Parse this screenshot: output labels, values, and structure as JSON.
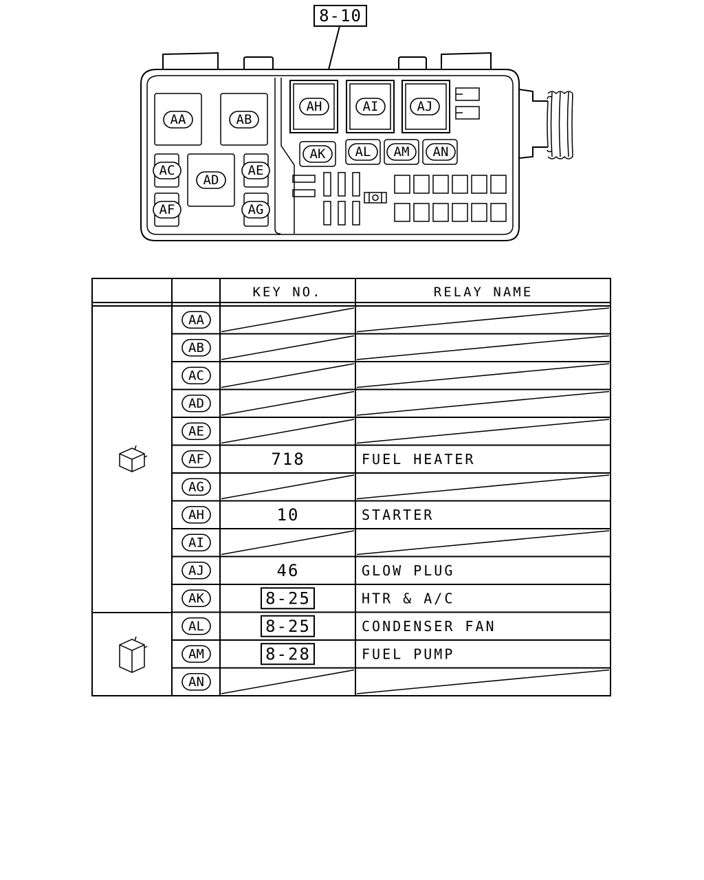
{
  "reference": "8-10",
  "box_labels": [
    "AA",
    "AB",
    "AC",
    "AD",
    "AE",
    "AF",
    "AG",
    "AH",
    "AI",
    "AJ",
    "AK",
    "AL",
    "AM",
    "AN"
  ],
  "table": {
    "headers": {
      "key_no": "KEY NO.",
      "relay_name": "RELAY NAME"
    },
    "groups": [
      {
        "icon": "relay-small-icon",
        "rows": 11
      },
      {
        "icon": "relay-tall-icon",
        "rows": 3
      }
    ],
    "rows": [
      {
        "label": "AA",
        "key": null,
        "key_boxed": false,
        "name": null
      },
      {
        "label": "AB",
        "key": null,
        "key_boxed": false,
        "name": null
      },
      {
        "label": "AC",
        "key": null,
        "key_boxed": false,
        "name": null
      },
      {
        "label": "AD",
        "key": null,
        "key_boxed": false,
        "name": null
      },
      {
        "label": "AE",
        "key": null,
        "key_boxed": false,
        "name": null
      },
      {
        "label": "AF",
        "key": "718",
        "key_boxed": false,
        "name": "FUEL HEATER"
      },
      {
        "label": "AG",
        "key": null,
        "key_boxed": false,
        "name": null
      },
      {
        "label": "AH",
        "key": "10",
        "key_boxed": false,
        "name": "STARTER"
      },
      {
        "label": "AI",
        "key": null,
        "key_boxed": false,
        "name": null
      },
      {
        "label": "AJ",
        "key": "46",
        "key_boxed": false,
        "name": "GLOW PLUG"
      },
      {
        "label": "AK",
        "key": "8-25",
        "key_boxed": true,
        "name": "HTR & A/C"
      },
      {
        "label": "AL",
        "key": "8-25",
        "key_boxed": true,
        "name": "CONDENSER FAN"
      },
      {
        "label": "AM",
        "key": "8-28",
        "key_boxed": true,
        "name": "FUEL PUMP"
      },
      {
        "label": "AN",
        "key": null,
        "key_boxed": false,
        "name": null
      }
    ]
  }
}
